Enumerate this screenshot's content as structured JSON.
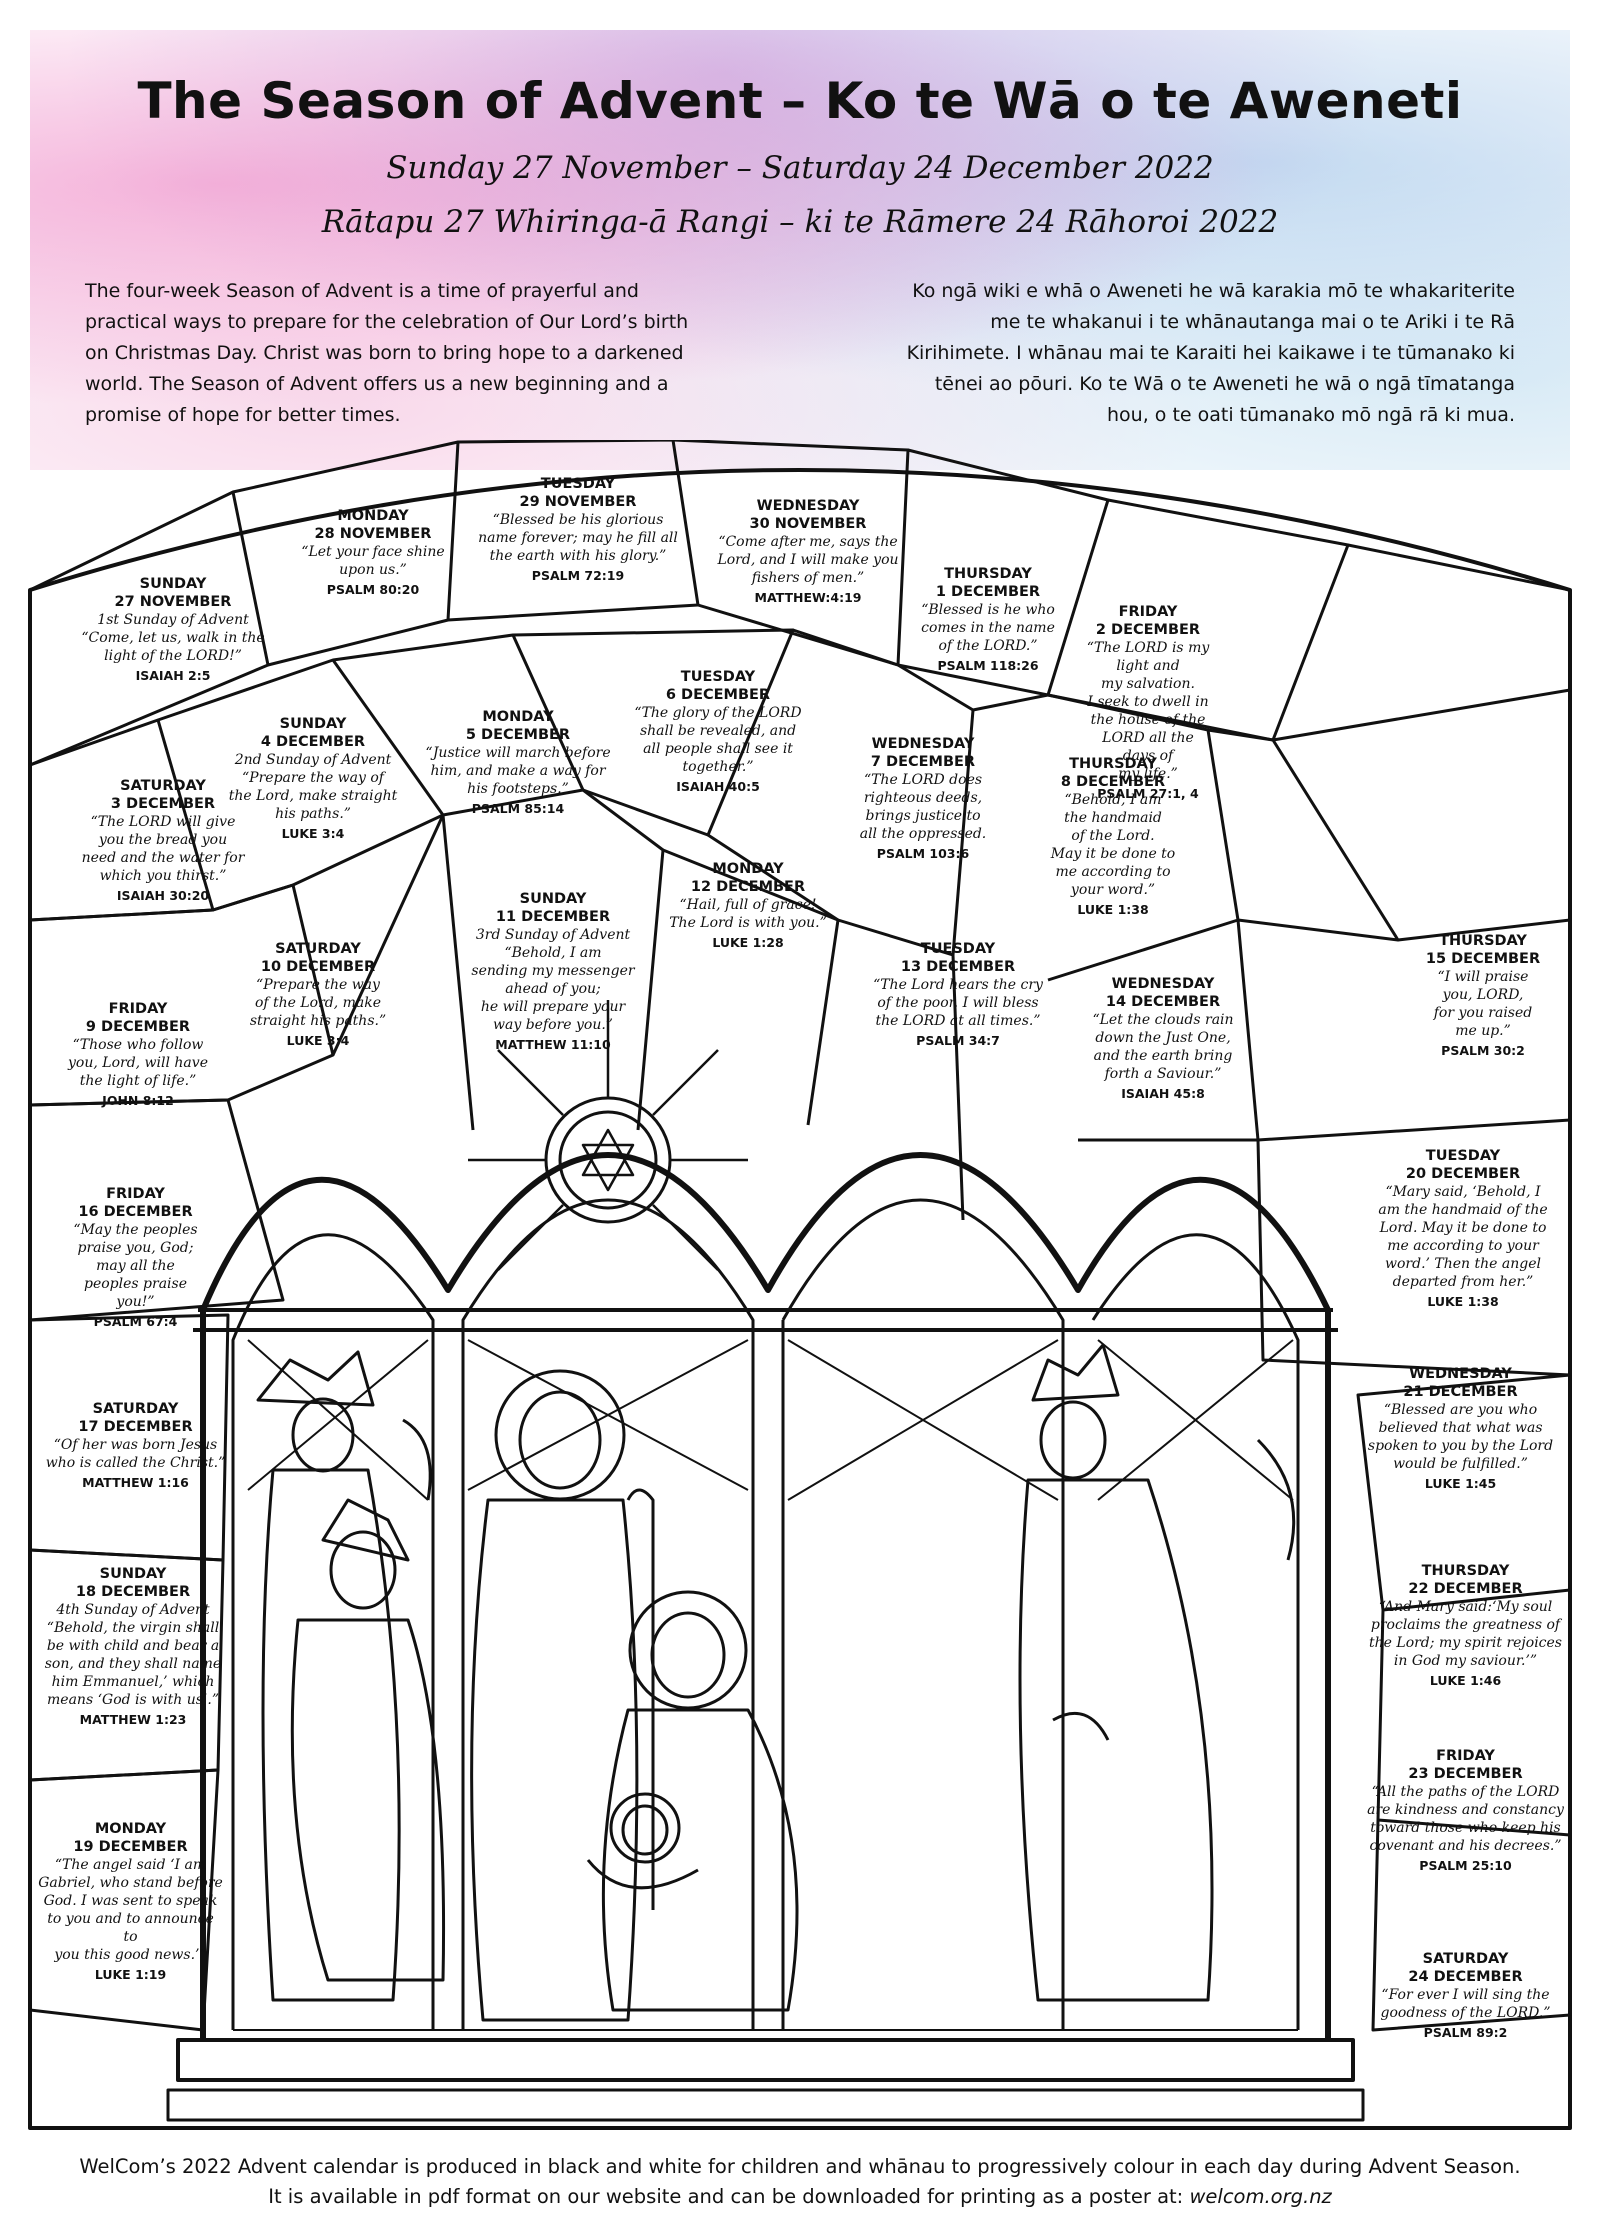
{
  "title": "The Season of Advent – Ko te Wā o te Aweneti",
  "subtitle_en": "Sunday 27 November – Saturday 24 December 2022",
  "subtitle_mi": "Rātapu 27 Whiringa-ā Rangi – ki te Rāmere 24 Rāhoroi 2022",
  "intro_en": "The four-week Season of Advent is a time of prayerful and practical ways to prepare for the celebration of Our Lord’s birth on Christmas Day. Christ was born to bring hope to a darkened world. The Season of Advent offers us a new beginning and a promise of hope for better times.",
  "intro_mi": "Ko ngā wiki e whā o Aweneti he wā karakia mō te whakariterite me te whakanui i te whānautanga mai o te Ariki i te Rā Kirihimete. I whānau mai te Karaiti hei kaikawe i te tūmanako ki tēnei ao pōuri. Ko te Wā o te Aweneti he wā o ngā tīmatanga hou, o te oati tūmanako mō ngā rā ki mua.",
  "days": [
    {
      "day": "SUNDAY",
      "date": "27 NOVEMBER",
      "note": "1st Sunday of Advent",
      "verse": "“Come, let us, walk in the\nlight of the LORD!”",
      "ref": "ISAIAH 2:5"
    },
    {
      "day": "MONDAY",
      "date": "28 NOVEMBER",
      "note": "",
      "verse": "“Let your face shine\nupon us.”",
      "ref": "PSALM 80:20"
    },
    {
      "day": "TUESDAY",
      "date": "29 NOVEMBER",
      "note": "",
      "verse": "“Blessed be his glorious\nname forever; may he fill all\nthe earth with his glory.”",
      "ref": "PSALM 72:19"
    },
    {
      "day": "WEDNESDAY",
      "date": "30 NOVEMBER",
      "note": "",
      "verse": "“Come after me, says the\nLord, and I will make you\nfishers of men.”",
      "ref": "MATTHEW:4:19"
    },
    {
      "day": "THURSDAY",
      "date": "1 DECEMBER",
      "note": "",
      "verse": "“Blessed is he who\ncomes in the name\nof the LORD.”",
      "ref": "PSALM 118:26"
    },
    {
      "day": "FRIDAY",
      "date": "2 DECEMBER",
      "note": "",
      "verse": "“The LORD is my\nlight and\nmy salvation.\nI seek to dwell in\nthe house of the\nLORD all the\ndays of\nmy life.”",
      "ref": "PSALM 27:1, 4"
    },
    {
      "day": "SATURDAY",
      "date": "3 DECEMBER",
      "note": "",
      "verse": "“The LORD will give\nyou the bread you\nneed and the water for\nwhich you thirst.”",
      "ref": "ISAIAH 30:20"
    },
    {
      "day": "SUNDAY",
      "date": "4 DECEMBER",
      "note": "2nd Sunday of Advent",
      "verse": "“Prepare the way of\nthe Lord, make straight\nhis paths.”",
      "ref": "LUKE 3:4"
    },
    {
      "day": "MONDAY",
      "date": "5 DECEMBER",
      "note": "",
      "verse": "“Justice will march before\nhim, and make a way for\nhis footsteps.”",
      "ref": "PSALM 85:14"
    },
    {
      "day": "TUESDAY",
      "date": "6 DECEMBER",
      "note": "",
      "verse": "“The glory of the LORD\nshall be revealed, and\nall people shall see it\ntogether.”",
      "ref": "ISAIAH 40:5"
    },
    {
      "day": "WEDNESDAY",
      "date": "7 DECEMBER",
      "note": "",
      "verse": "“The LORD does\nrighteous deeds,\nbrings justice to\nall the oppressed.",
      "ref": "PSALM 103:6"
    },
    {
      "day": "THURSDAY",
      "date": "8 DECEMBER",
      "note": "",
      "verse": "“Behold, I am\nthe handmaid\nof the Lord.\nMay it be done to\nme according to\nyour word.”",
      "ref": "LUKE 1:38"
    },
    {
      "day": "SATURDAY",
      "date": "10 DECEMBER",
      "note": "",
      "verse": "“Prepare the way\nof the Lord, make\nstraight his paths.”",
      "ref": "LUKE 3:4"
    },
    {
      "day": "SUNDAY",
      "date": "11 DECEMBER",
      "note": "3rd Sunday of Advent",
      "verse": "“Behold, I am\nsending my messenger\nahead of you;\nhe will prepare your\nway before you.”",
      "ref": "MATTHEW 11:10"
    },
    {
      "day": "MONDAY",
      "date": "12 DECEMBER",
      "note": "",
      "verse": "“Hail, full of grace!\nThe Lord is with you.”",
      "ref": "LUKE 1:28"
    },
    {
      "day": "TUESDAY",
      "date": "13 DECEMBER",
      "note": "",
      "verse": "“The Lord hears the cry\nof the poor. I will bless\nthe LORD at all times.”",
      "ref": "PSALM 34:7"
    },
    {
      "day": "WEDNESDAY",
      "date": "14 DECEMBER",
      "note": "",
      "verse": "“Let the clouds rain\ndown the Just One,\nand the earth bring\nforth a Saviour.”",
      "ref": "ISAIAH 45:8"
    },
    {
      "day": "THURSDAY",
      "date": "15 DECEMBER",
      "note": "",
      "verse": "“I will praise\nyou, LORD,\nfor you raised\nme up.”",
      "ref": "PSALM 30:2"
    },
    {
      "day": "FRIDAY",
      "date": "9 DECEMBER",
      "note": "",
      "verse": "“Those who follow\nyou, Lord, will have\nthe light of life.”",
      "ref": "JOHN 8:12"
    },
    {
      "day": "FRIDAY",
      "date": "16 DECEMBER",
      "note": "",
      "verse": "“May the peoples\npraise you, God;\nmay all the\npeoples praise\nyou!”",
      "ref": "PSALM 67:4"
    },
    {
      "day": "TUESDAY",
      "date": "20 DECEMBER",
      "note": "",
      "verse": "“Mary said, ‘Behold, I\nam the handmaid of the\nLord. May it be done to\nme according to your\nword.’ Then the angel\ndeparted from her.”",
      "ref": "LUKE 1:38"
    },
    {
      "day": "SATURDAY",
      "date": "17 DECEMBER",
      "note": "",
      "verse": "“Of her was born Jesus\nwho is called the Christ.”",
      "ref": "MATTHEW 1:16"
    },
    {
      "day": "WEDNESDAY",
      "date": "21 DECEMBER",
      "note": "",
      "verse": "“Blessed are you who\nbelieved that what was\nspoken to you by the Lord\nwould be fulfilled.”",
      "ref": "LUKE 1:45"
    },
    {
      "day": "SUNDAY",
      "date": "18 DECEMBER",
      "note": "4th Sunday of Advent",
      "verse": "“Behold, the virgin shall\nbe with child and bear a\nson, and they shall name\nhim Emmanuel,’ which\nmeans ‘God is with us’.”",
      "ref": "MATTHEW 1:23"
    },
    {
      "day": "THURSDAY",
      "date": "22 DECEMBER",
      "note": "",
      "verse": "“And Mary said:‘My soul\nproclaims the greatness of\nthe Lord; my spirit rejoices\nin God my saviour.’”",
      "ref": "LUKE 1:46"
    },
    {
      "day": "FRIDAY",
      "date": "23 DECEMBER",
      "note": "",
      "verse": "“All the paths of the LORD\nare kindness and constancy\ntoward those who keep his\ncovenant and his decrees.”",
      "ref": "PSALM 25:10"
    },
    {
      "day": "MONDAY",
      "date": "19 DECEMBER",
      "note": "",
      "verse": "“The angel said ‘I am\nGabriel, who stand before\nGod. I was sent to speak\nto you and to announce to\nyou this good news.’”",
      "ref": "LUKE 1:19"
    },
    {
      "day": "SATURDAY",
      "date": "24 DECEMBER",
      "note": "",
      "verse": "“For ever I will sing the\ngoodness of the LORD.”",
      "ref": "PSALM 89:2"
    }
  ],
  "footer_line1": "WelCom’s 2022 Advent calendar is produced in black and white for children and whānau to progressively colour in each day during Advent Season.",
  "footer_line2_prefix": "It is available in pdf format on our website and can be downloaded for printing as a poster at: ",
  "footer_url": "welcom.org.nz"
}
